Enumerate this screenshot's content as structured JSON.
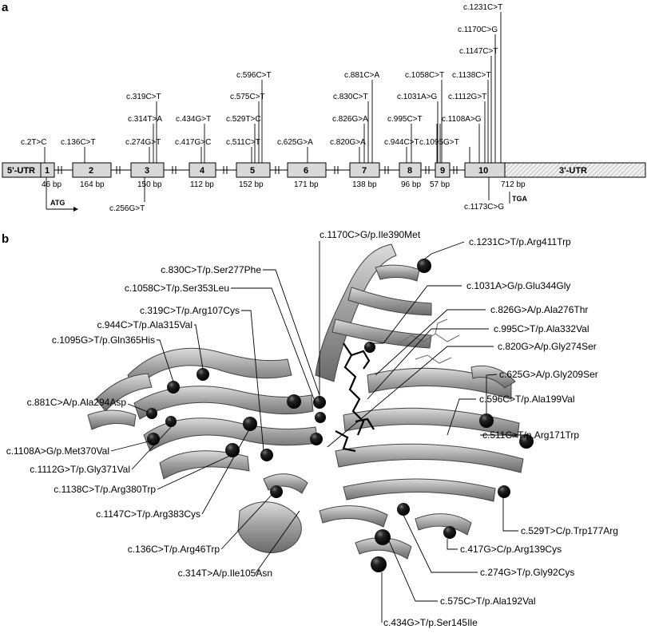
{
  "panel_a": {
    "label": "a",
    "utr5": "5'-UTR",
    "utr3": "3'-UTR",
    "exons": [
      {
        "num": "1",
        "bp": "46 bp"
      },
      {
        "num": "2",
        "bp": "164 bp"
      },
      {
        "num": "3",
        "bp": "150 bp"
      },
      {
        "num": "4",
        "bp": "112 bp"
      },
      {
        "num": "5",
        "bp": "152 bp"
      },
      {
        "num": "6",
        "bp": "171 bp"
      },
      {
        "num": "7",
        "bp": "138 bp"
      },
      {
        "num": "8",
        "bp": "96 bp"
      },
      {
        "num": "9",
        "bp": "57 bp"
      },
      {
        "num": "10",
        "bp": "712 bp"
      }
    ],
    "start_codon": "ATG",
    "stop_codon": "TGA",
    "mutations": [
      "c.2T>C",
      "c.136C>T",
      "c.274G>T",
      "c.314T>A",
      "c.319C>T",
      "c.256G>T",
      "c.417G>C",
      "c.434G>T",
      "c.511C>T",
      "c.529T>C",
      "c.575C>T",
      "c.596C>T",
      "c.625G>A",
      "c.820G>A",
      "c.826G>A",
      "c.830C>T",
      "c.881C>A",
      "c.944C>T",
      "c.995C>T",
      "c.1031A>G",
      "c.1058C>T",
      "c.1095G>T",
      "c.1108A>G",
      "c.1112G>T",
      "c.1138C>T",
      "c.1147C>T",
      "c.1170C>G",
      "c.1231C>T",
      "c.1173C>G"
    ]
  },
  "panel_b": {
    "label": "b",
    "right_labels": [
      "c.1170C>G/p.Ile390Met",
      "c.1231C>T/p.Arg411Trp",
      "c.1031A>G/p.Glu344Gly",
      "c.826G>A/p.Ala276Thr",
      "c.995C>T/p.Ala332Val",
      "c.820G>A/p.Gly274Ser",
      "c.625G>A/p.Gly209Ser",
      "c.596C>T/p.Ala199Val",
      "c.511C>T/p.Arg171Trp",
      "c.529T>C/p.Trp177Arg",
      "c.417G>C/p.Arg139Cys",
      "c.274G>T/p.Gly92Cys",
      "c.575C>T/p.Ala192Val",
      "c.434G>T/p.Ser145Ile"
    ],
    "left_labels": [
      "c.830C>T/p.Ser277Phe",
      "c.1058C>T/p.Ser353Leu",
      "c.319C>T/p.Arg107Cys",
      "c.944C>T/p.Ala315Val",
      "c.1095G>T/p.Gln365His",
      "c.881C>A/p.Ala294Asp",
      "c.1108A>G/p.Met370Val",
      "c.1112G>T/p.Gly371Val",
      "c.1138C>T/p.Arg380Trp",
      "c.1147C>T/p.Arg383Cys",
      "c.136C>T/p.Arg46Trp",
      "c.314T>A/p.Ile105Asn"
    ]
  }
}
